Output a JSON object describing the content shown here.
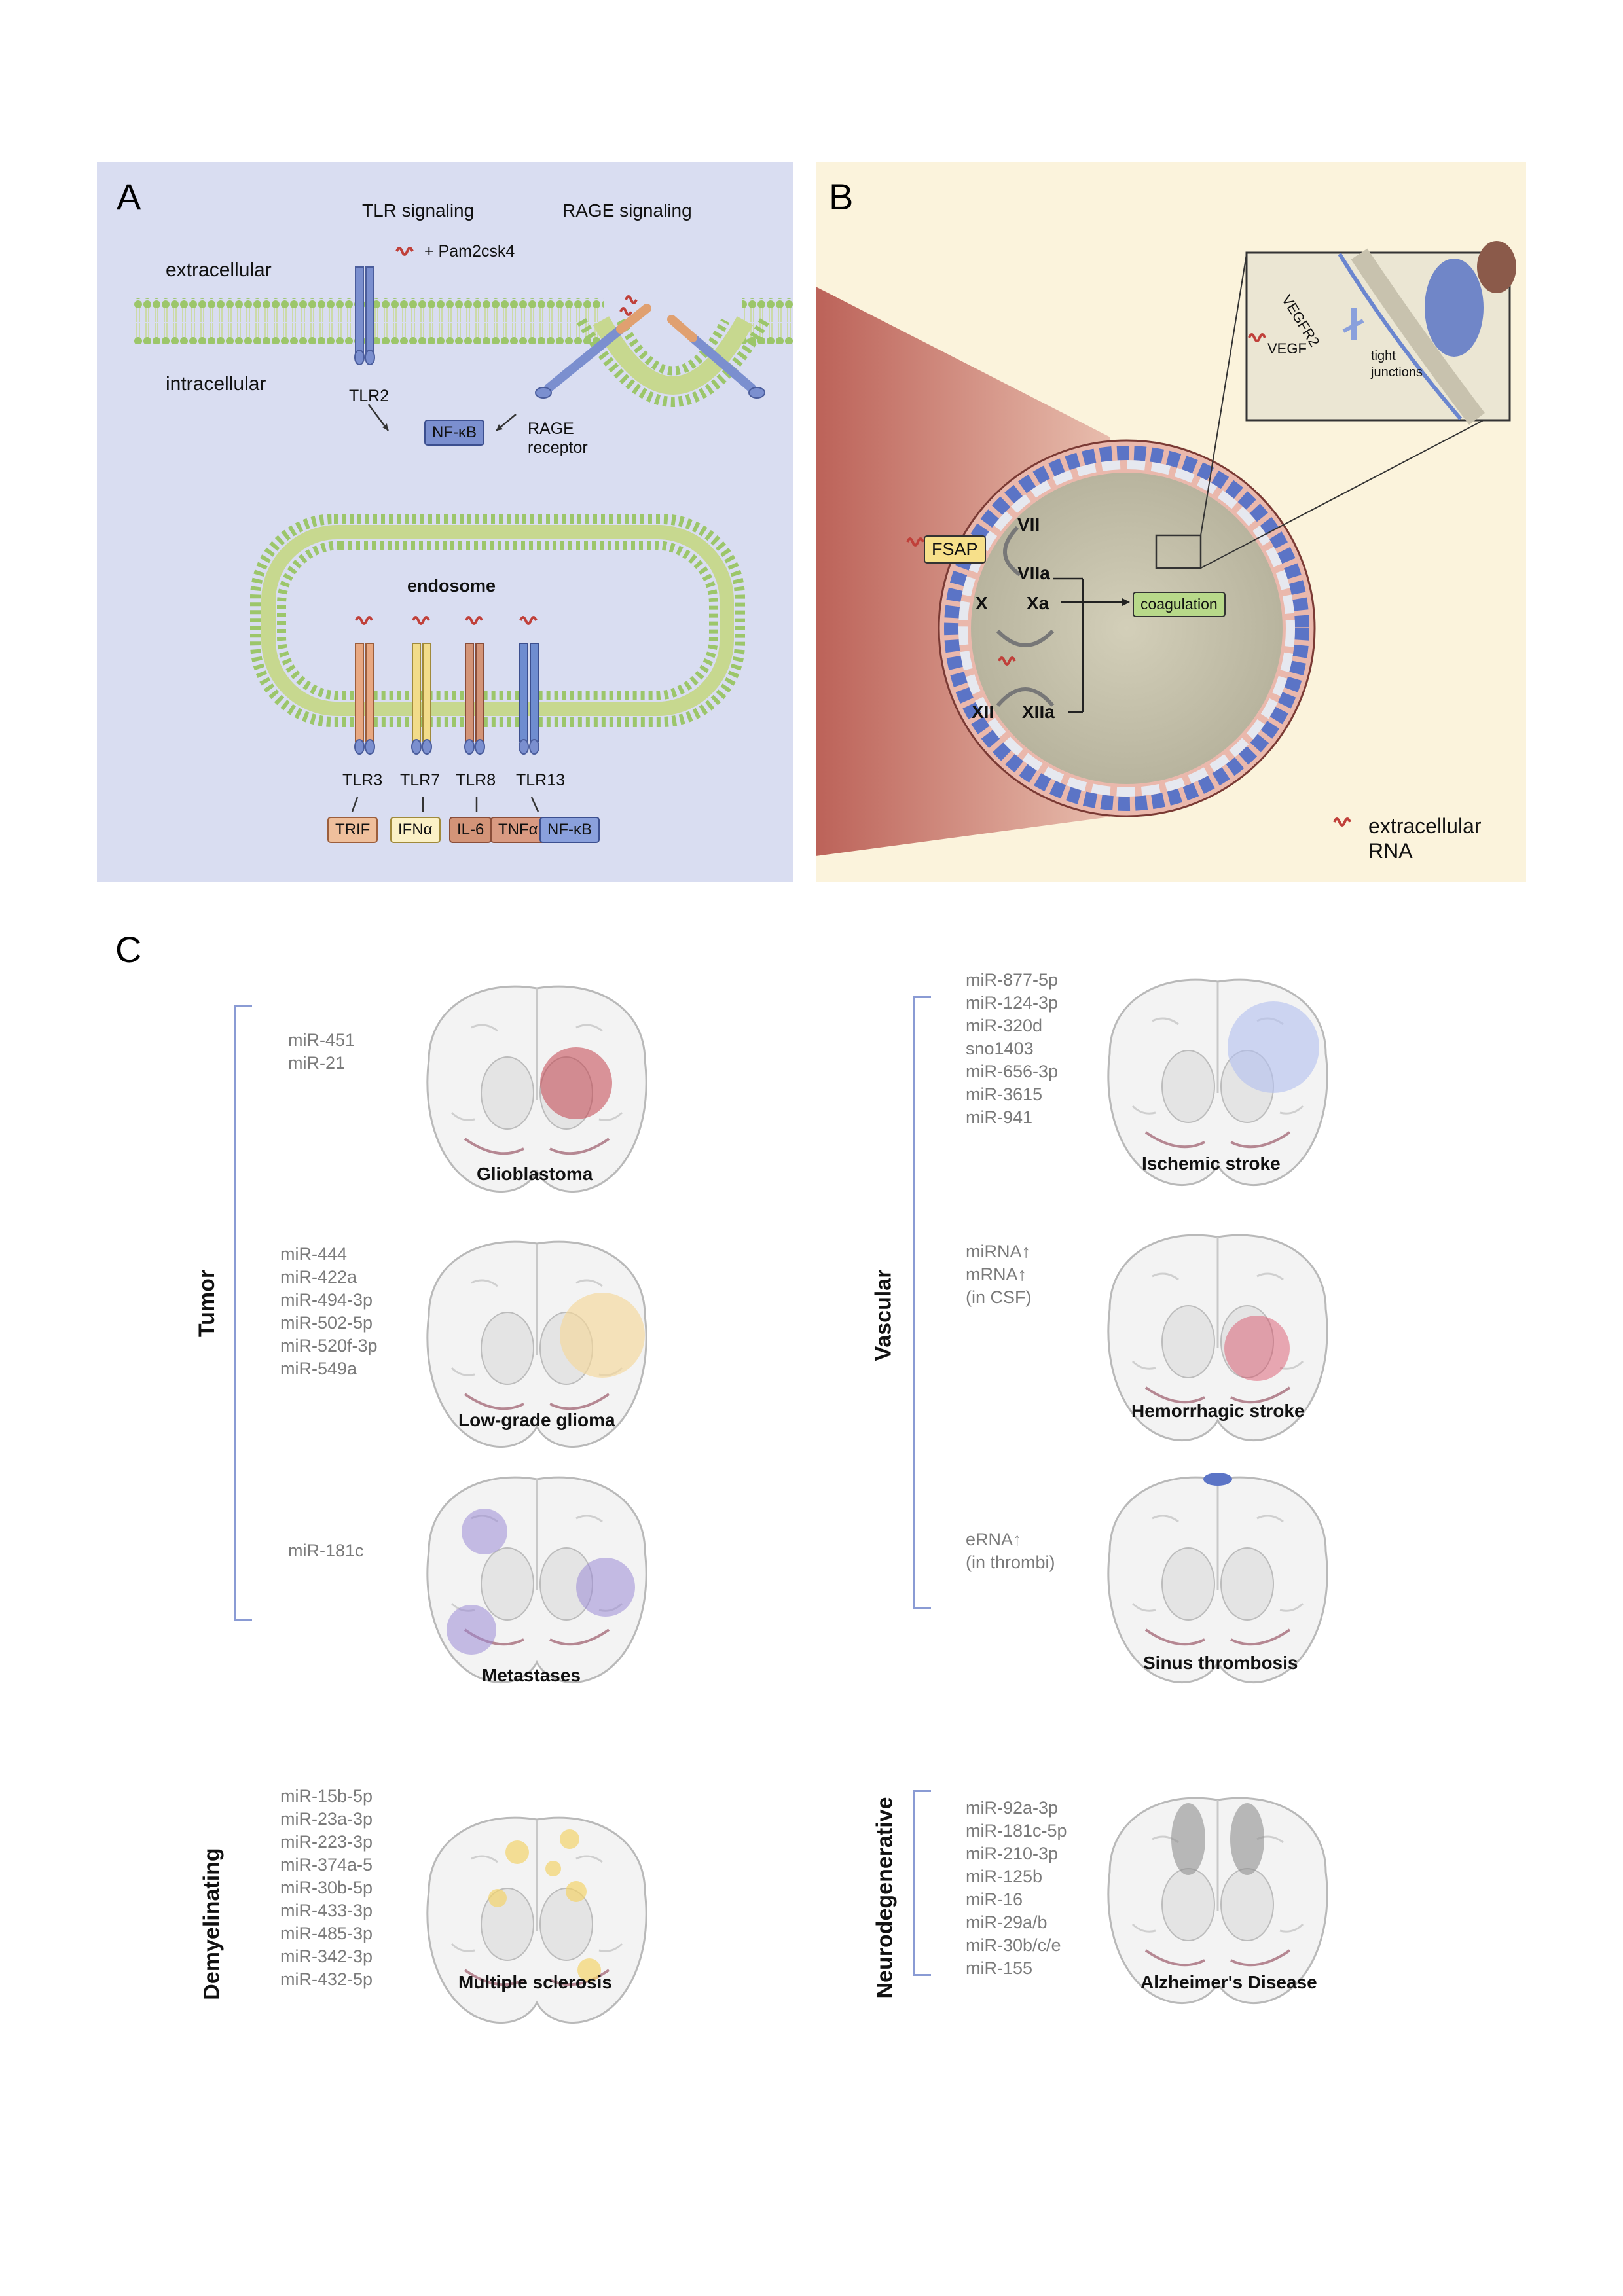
{
  "panels": {
    "a": {
      "letter": "A",
      "tlr_signaling": "TLR signaling",
      "rage_signaling": "RAGE signaling",
      "ligand": "+ Pam2csk4",
      "extracellular": "extracellular",
      "intracellular": "intracellular",
      "tlr2": "TLR2",
      "nfkb": "NF-κB",
      "rage_receptor_1": "RAGE",
      "rage_receptor_2": "receptor",
      "endosome": "endosome",
      "receptors": [
        "TLR3",
        "TLR7",
        "TLR8",
        "TLR13"
      ],
      "outputs": [
        "TRIF",
        "IFNα",
        "IL-6",
        "TNFα",
        "NF-κB"
      ]
    },
    "b": {
      "letter": "B",
      "vegfr2": "VEGFR2",
      "vegf": "VEGF",
      "tight_1": "tight",
      "tight_2": "junctions",
      "fsap": "FSAP",
      "vii": "VII",
      "viia": "VIIa",
      "x": "X",
      "xa": "Xa",
      "xii": "XII",
      "xiia": "XIIa",
      "coagulation": "coagulation",
      "legend_1": "extracellular",
      "legend_2": "RNA"
    },
    "c": {
      "letter": "C",
      "categories": [
        "Tumor",
        "Vascular",
        "Demyelinating",
        "Neurodegenerative"
      ],
      "diseases": [
        {
          "name": "Glioblastoma",
          "mirs": [
            "miR-451",
            "miR-21"
          ]
        },
        {
          "name": "Low-grade glioma",
          "mirs": [
            "miR-444",
            "miR-422a",
            "miR-494-3p",
            "miR-502-5p",
            "miR-520f-3p",
            "miR-549a"
          ]
        },
        {
          "name": "Metastases",
          "mirs": [
            "miR-181c"
          ]
        },
        {
          "name": "Ischemic stroke",
          "mirs": [
            "miR-877-5p",
            "miR-124-3p",
            "miR-320d",
            "sno1403",
            "miR-656-3p",
            "miR-3615",
            "miR-941"
          ]
        },
        {
          "name": "Hemorrhagic stroke",
          "mirs": [
            "miRNA↑",
            "mRNA↑",
            "(in CSF)"
          ]
        },
        {
          "name": "Sinus thrombosis",
          "mirs": [
            "eRNA↑",
            "(in thrombi)"
          ]
        },
        {
          "name": "Multiple sclerosis",
          "mirs": [
            "miR-15b-5p",
            "miR-23a-3p",
            "miR-223-3p",
            "miR-374a-5",
            "miR-30b-5p",
            "miR-433-3p",
            "miR-485-3p",
            "miR-342-3p",
            "miR-432-5p"
          ]
        },
        {
          "name": "Alzheimer's Disease",
          "mirs": [
            "miR-92a-3p",
            "miR-181c-5p",
            "miR-210-3p",
            "miR-125b",
            "miR-16",
            "miR-29a/b",
            "miR-30b/c/e",
            "miR-155"
          ]
        }
      ]
    }
  },
  "colors": {
    "panel_a_bg": "#d9ddf1",
    "panel_b_bg": "#fbf3dc",
    "membrane": "#9cc66a",
    "receptor_blue": "#7b8fcf",
    "tlr3": "#e8a882",
    "tlr7": "#f2dc8a",
    "tlr8": "#d39478",
    "tlr13": "#6f8dd0",
    "bracket": "#8a9bd4"
  }
}
